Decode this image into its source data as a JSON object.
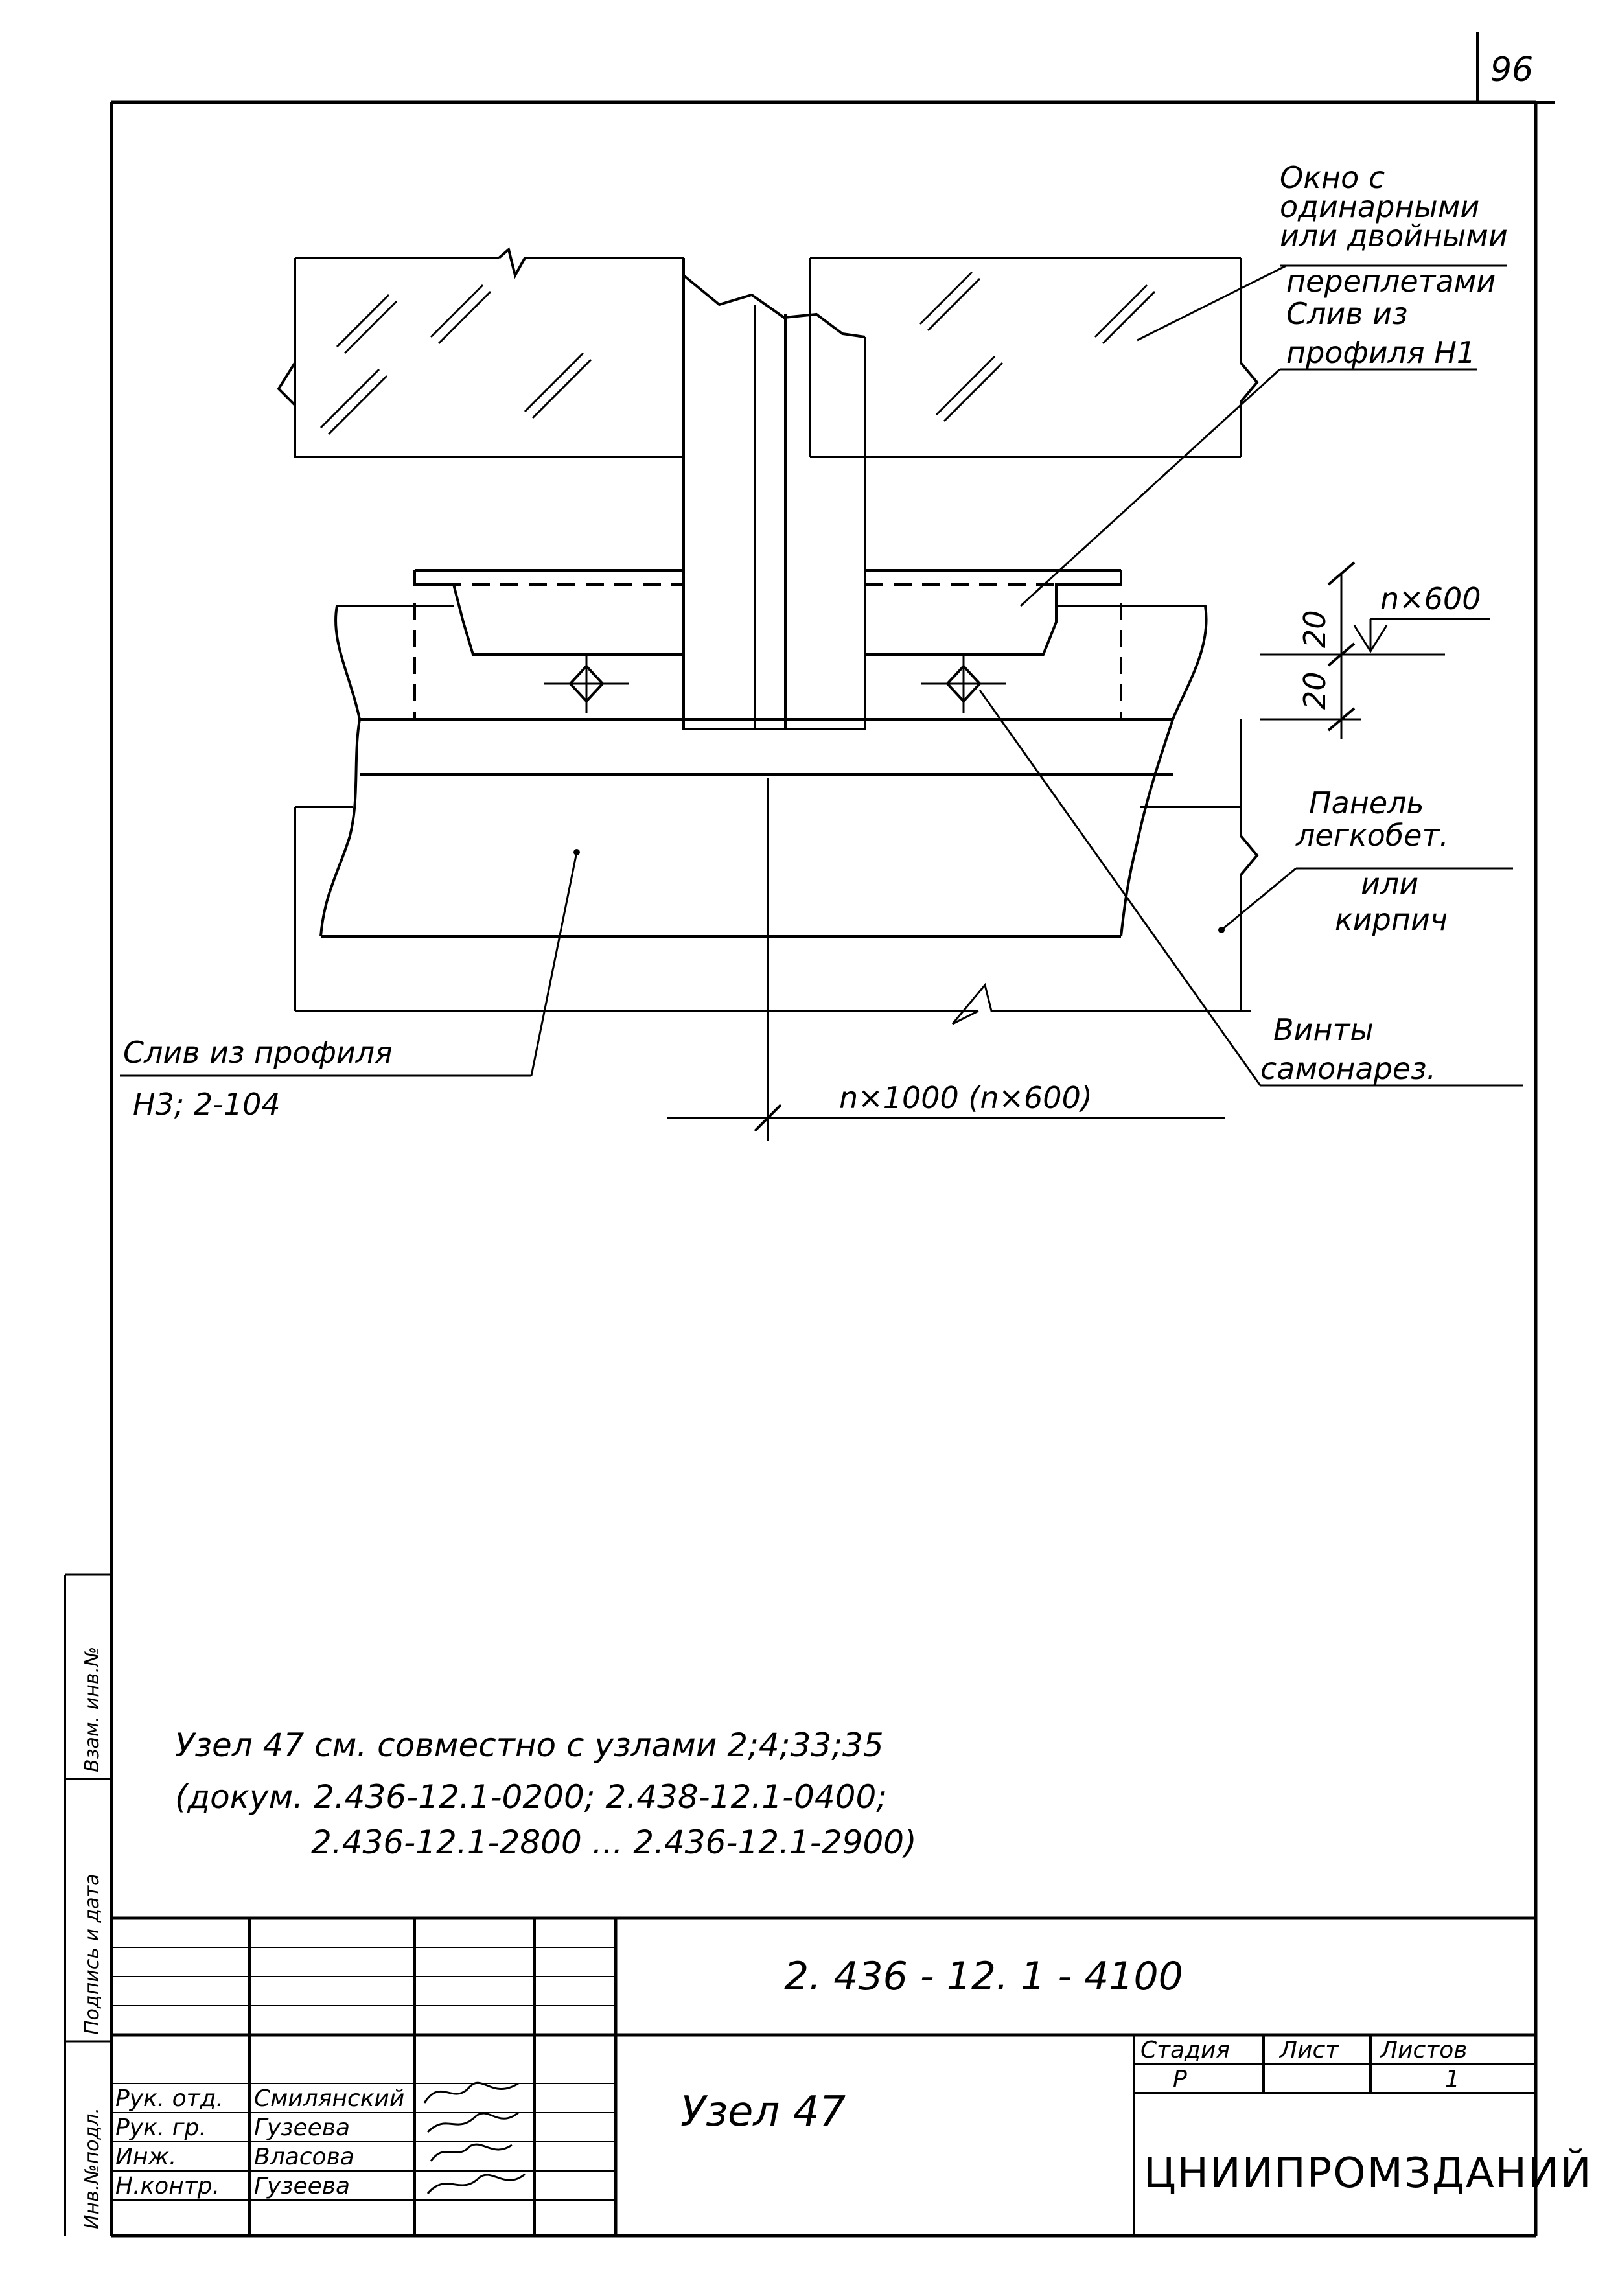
{
  "page_number": "96",
  "callouts": {
    "window": [
      "Окно с",
      "одинарными",
      "или двойными",
      "переплетами"
    ],
    "drip_top": [
      "Слив из",
      "профиля Н1"
    ],
    "panel": [
      "Панель",
      "легкобет.",
      "или",
      "кирпич"
    ],
    "screws": [
      "Винты",
      "самонарез."
    ],
    "drip_bottom": [
      "Слив из профиля",
      "Н3; 2-104"
    ]
  },
  "dimensions": {
    "step_top": "n×600",
    "v1": "20",
    "v2": "20",
    "horizontal": "n×1000 (n×600)"
  },
  "note": [
    "Узел 47 см. совместно с узлами 2;4;33;35",
    "(докум. 2.436-12.1-0200; 2.438-12.1-0400;",
    "2.436-12.1-2800 ... 2.436-12.1-2900)"
  ],
  "title_block": {
    "doc_code": "2. 436 - 12. 1 - 4100",
    "title": "Узел 47",
    "roles": [
      "Рук. отд.",
      "Рук. гр.",
      "Инж.",
      "Н.контр."
    ],
    "names": [
      "Смилянский",
      "Гузеева",
      "Власова",
      "Гузеева"
    ],
    "stage_header": "Стадия",
    "sheet_header": "Лист",
    "sheets_header": "Листов",
    "stage_value": "Р",
    "sheet_value": "",
    "sheets_value": "1",
    "organization": "ЦНИИПРОМЗДАНИЙ"
  },
  "side_stamp": [
    "Инв.№подл.",
    "Подпись и дата",
    "Взам. инв.№"
  ]
}
